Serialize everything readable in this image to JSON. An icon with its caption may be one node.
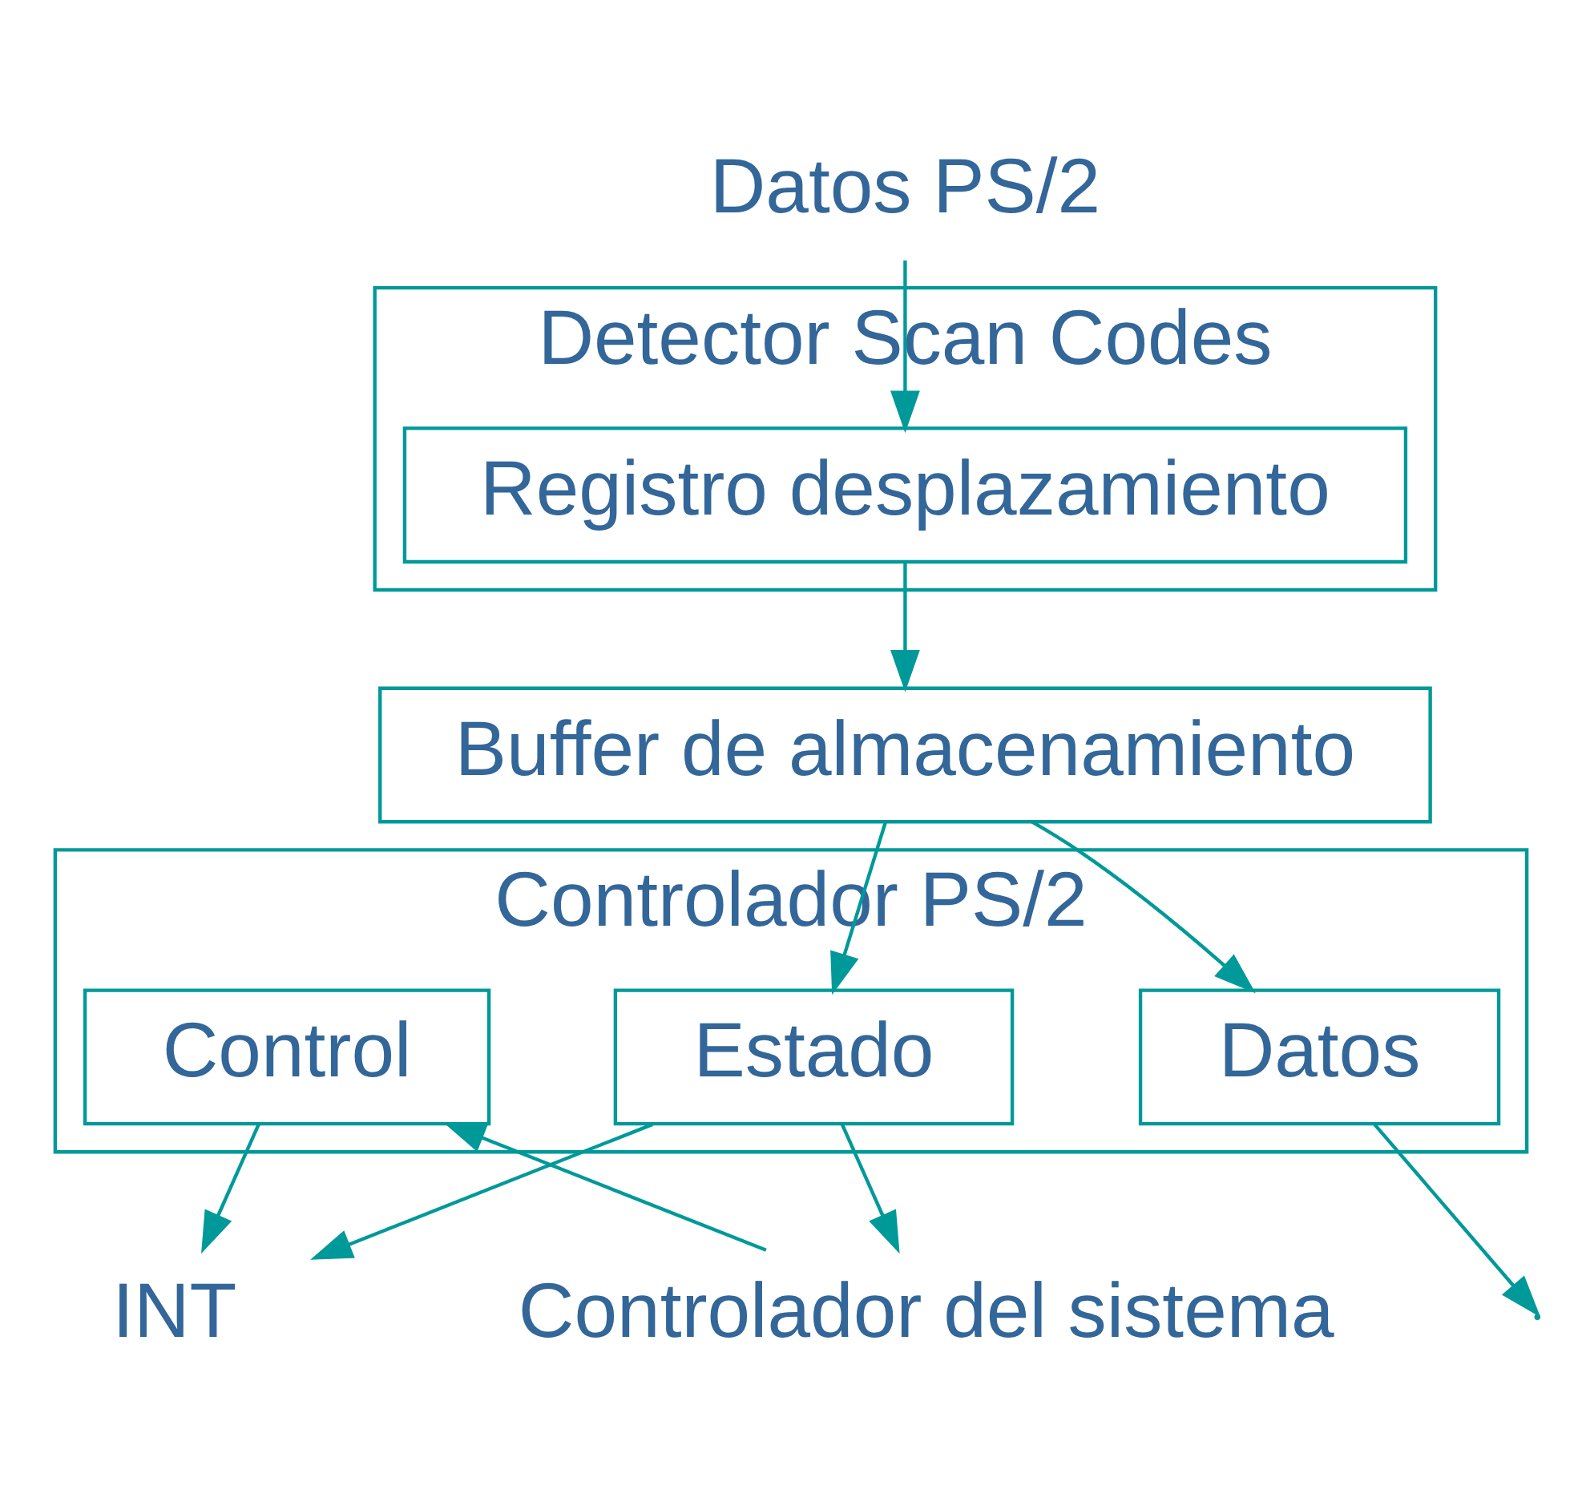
{
  "diagram": {
    "nodes": [
      {
        "text": [
          "Datos PS/2"
        ]
      },
      {
        "text": [
          "Detector Scan Codes"
        ]
      },
      {
        "text": [
          "Registro desplazamiento"
        ],
        "in": 1
      },
      {
        "text": [
          "Buffer de almacenamiento"
        ]
      },
      {
        "text": [
          "Controlador PS/2"
        ]
      },
      {
        "text": [
          "Estado"
        ],
        "in": 4
      },
      {
        "text": [
          "Control"
        ],
        "in": 4
      },
      {
        "text": [
          "Datos"
        ],
        "in": 4
      },
      {
        "text": [
          "INT"
        ]
      },
      {
        "text": [
          "Controlador del sistema"
        ]
      }
    ],
    "edges": [
      {
        "from": 0,
        "to": 2,
        "arrow": "to"
      },
      {
        "from": 2,
        "to": 3,
        "arrow": "to"
      },
      {
        "from": 3,
        "to": 5,
        "arrow": "to"
      },
      {
        "from": 3,
        "to": 7,
        "arrow": "to"
      },
      {
        "from": 5,
        "to": 8,
        "arrow": "to"
      },
      {
        "from": 6,
        "to": 8,
        "arrow": "to"
      },
      {
        "from": 5,
        "to": 9,
        "arrow": "to"
      },
      {
        "from": 9,
        "to": 6,
        "arrow": "to"
      },
      {
        "from": 7,
        "to": null,
        "arrow": "to"
      }
    ]
  }
}
